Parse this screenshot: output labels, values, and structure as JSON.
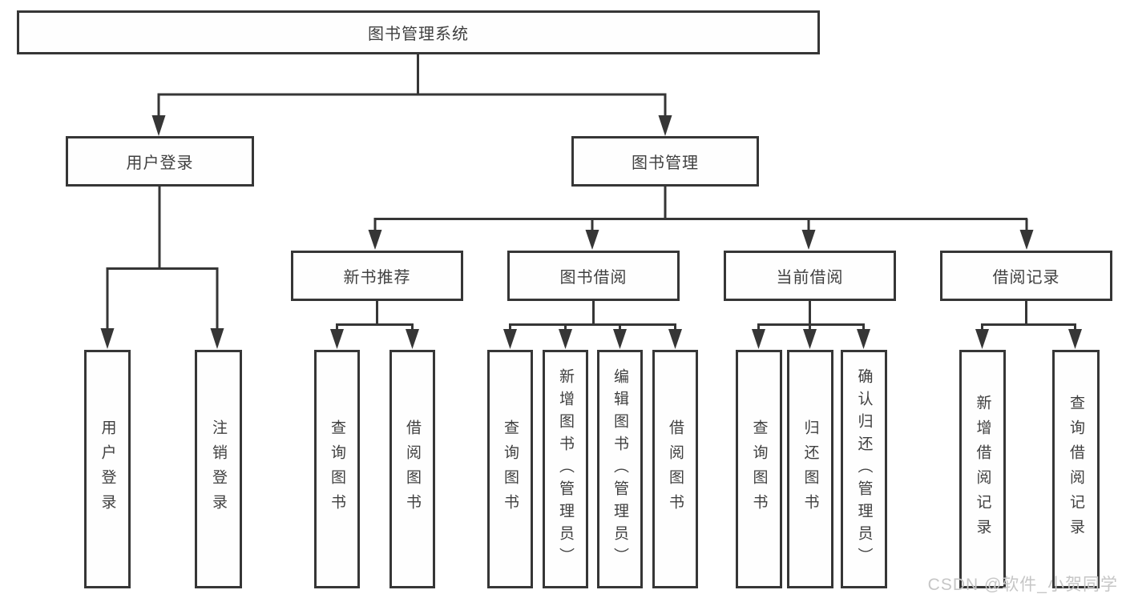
{
  "diagram_title": "图书管理系统",
  "tree": {
    "label": "图书管理系统",
    "children": [
      {
        "label": "用户登录",
        "children": [
          {
            "label": "用户登录"
          },
          {
            "label": "注销登录"
          }
        ]
      },
      {
        "label": "图书管理",
        "children": [
          {
            "label": "新书推荐",
            "children": [
              {
                "label": "查询图书"
              },
              {
                "label": "借阅图书"
              }
            ]
          },
          {
            "label": "图书借阅",
            "children": [
              {
                "label": "查询图书"
              },
              {
                "label": "新增图书（管理员）"
              },
              {
                "label": "编辑图书（管理员）"
              },
              {
                "label": "借阅图书"
              }
            ]
          },
          {
            "label": "当前借阅",
            "children": [
              {
                "label": "查询图书"
              },
              {
                "label": "归还图书"
              },
              {
                "label": "确认归还（管理员）"
              }
            ]
          },
          {
            "label": "借阅记录",
            "children": [
              {
                "label": "新增借阅记录"
              },
              {
                "label": "查询借阅记录"
              }
            ]
          }
        ]
      }
    ]
  },
  "watermark": {
    "text": "CSDN @软件_小贺同学"
  },
  "colors": {
    "line": "#363636",
    "text": "#404040",
    "watermark": "#c6c6c6",
    "background": "#ffffff"
  }
}
